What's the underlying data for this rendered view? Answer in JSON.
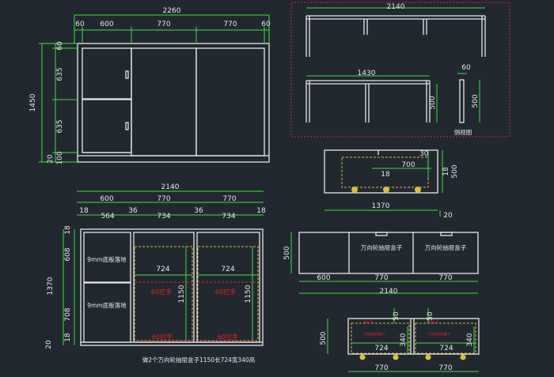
{
  "dims": {
    "top_total": "2260",
    "top_60a": "60",
    "top_600": "600",
    "top_770a": "770",
    "top_770b": "770",
    "top_60b": "60",
    "left_60": "60",
    "left_635a": "635",
    "left_1450": "1450",
    "left_635b": "635",
    "left_20": "20",
    "left_100": "100",
    "mid_2140": "2140",
    "mid_600": "600",
    "mid_770a": "770",
    "mid_770b": "770",
    "mid_18a": "18",
    "mid_564": "564",
    "mid_36a": "36",
    "mid_734a": "734",
    "mid_36b": "36",
    "mid_734b": "734",
    "mid_18b": "18",
    "bl_18a": "18",
    "bl_608": "608",
    "bl_1370": "1370",
    "bl_708": "708",
    "bl_18b": "18",
    "bl_20": "20",
    "in_724a": "724",
    "in_724b": "724",
    "in_1150a": "1150",
    "in_1150b": "1150",
    "tr_2140": "2140",
    "tr_1430": "1430",
    "tr_60": "60",
    "tr_500a": "500",
    "tr_500b": "500",
    "mr_30": "30",
    "mr_700": "700",
    "mr_18a": "18",
    "mr_18b": "18",
    "mr_500": "500",
    "mr_1370": "1370",
    "mr_20": "20",
    "rm_500": "500",
    "rm_600": "600",
    "rm_770a": "770",
    "rm_770b": "770",
    "rm_2140": "2140",
    "br_50a": "50",
    "br_50b": "50",
    "br_500": "500",
    "br_724a": "724",
    "br_724b": "724",
    "br_340a": "340",
    "br_340b": "340",
    "br_770a": "770",
    "br_770b": "770"
  },
  "labels": {
    "side_view": "侧视图",
    "floor_top": "9mm底板落地",
    "floor_bottom": "9mm底板落地",
    "pull_a": "60拉手",
    "pull_b": "60拉手",
    "pull_c": "60拉手",
    "pull_d": "60拉手",
    "drawer_a": "万向轮抽屉盒子",
    "drawer_b": "万向轮抽屉盒子",
    "tiny_a": "万向轮抽屉盒子",
    "tiny_b": "万向轮抽屉盒子",
    "tiny_red_a": "60拉手",
    "tiny_red_b": "60拉手",
    "note": "做2个万向轮抽屉盒子1150长724宽340高"
  },
  "colors": {
    "background": "#212830",
    "outline": "#e8e8e8",
    "dimension": "#3ee03e",
    "accent_red": "#d02830",
    "accent_yellow": "#d8c040"
  }
}
